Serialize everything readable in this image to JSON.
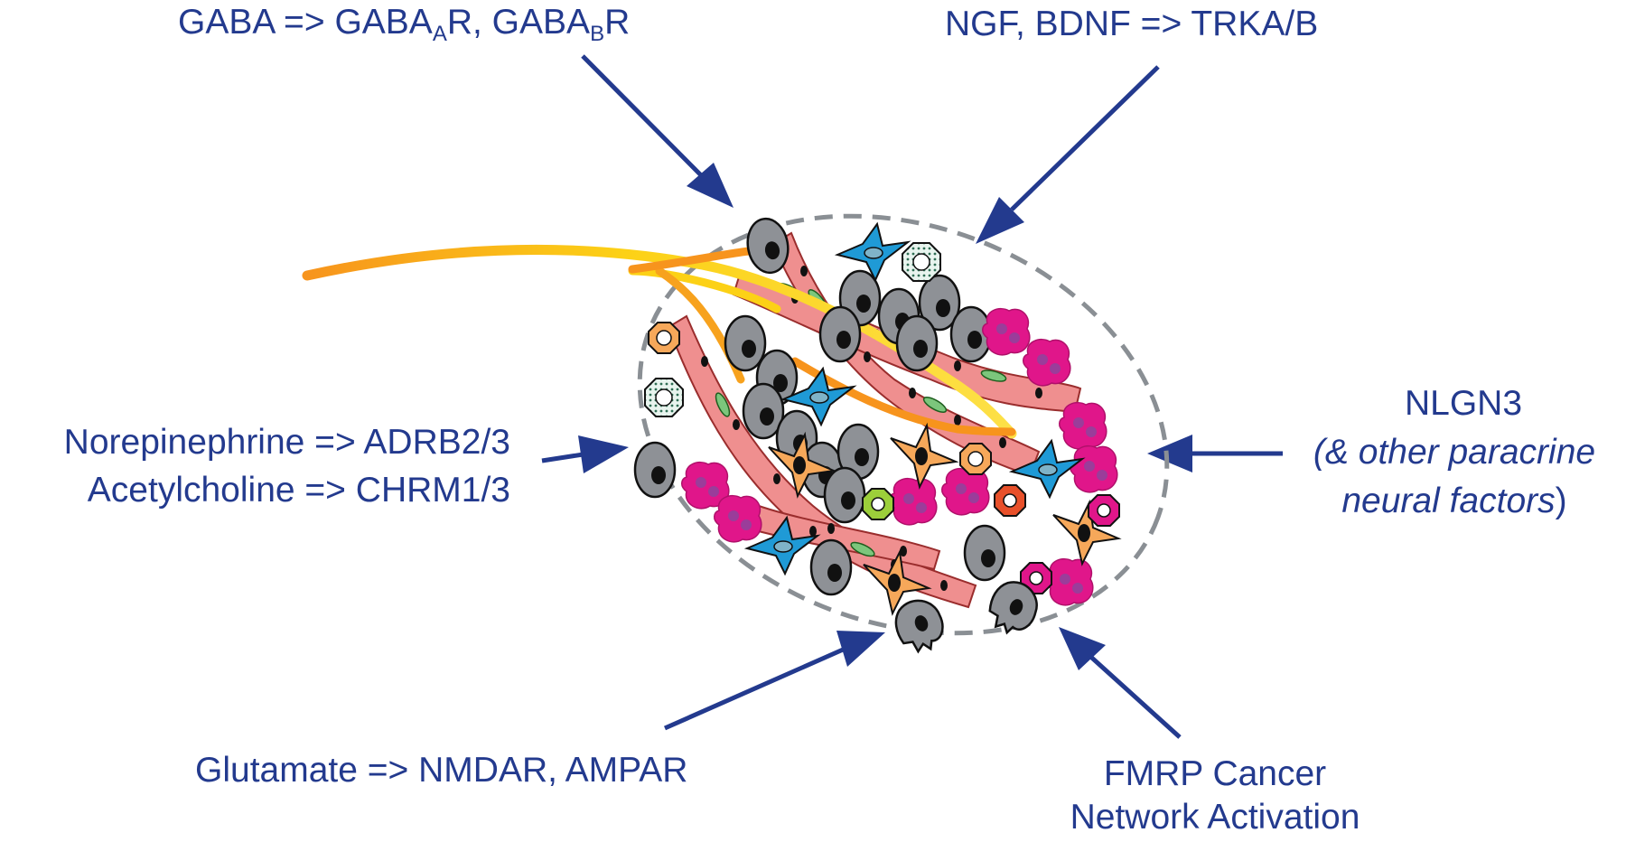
{
  "colors": {
    "label": "#233a8e",
    "arrow": "#233a8e",
    "tumor_cell": "#8e9196",
    "endothelial": "#ef8f8f",
    "pericyte": "#7cc67c",
    "astrocyte": "#1f9ad6",
    "fibroblast": "#f6a85a",
    "macrophage": "#e0168a",
    "nerve": "#f79a1e"
  },
  "labels": {
    "gaba": {
      "prefix": "GABA => GABA",
      "sub1": "A",
      "mid": "R, GABA",
      "sub2": "B",
      "suffix": "R"
    },
    "ngf": "NGF, BDNF => TRKA/B",
    "norepinephrine": "Norepinephrine => ADRB2/3",
    "acetylcholine": "Acetylcholine => CHRM1/3",
    "nlgn3": {
      "line1": "NLGN3",
      "line2": "(& other paracrine",
      "line3_italic": "neural  factors",
      "line3_close": ")"
    },
    "glutamate": "Glutamate => NMDAR, AMPAR",
    "fmrp": {
      "line1": "FMRP Cancer",
      "line2": "Network Activation"
    }
  }
}
